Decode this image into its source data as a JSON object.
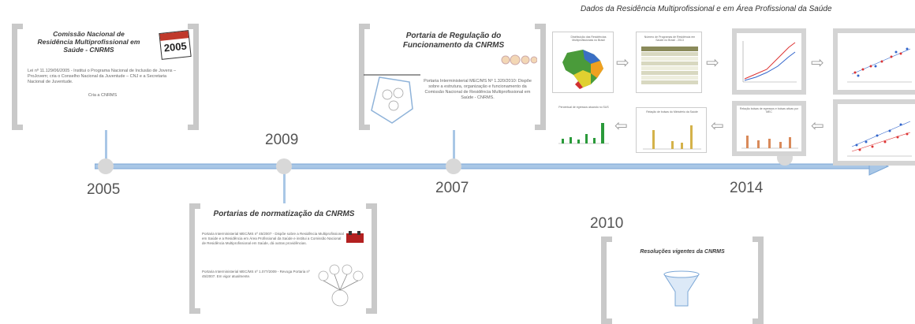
{
  "top_title": "Dados da Residência Multiprofissional e em Área Profissional da Saúde",
  "years": {
    "y2005": "2005",
    "y2009": "2009",
    "y2007": "2007",
    "y2014": "2014",
    "y2010": "2010"
  },
  "frame1": {
    "title": "Comissão Nacional de Residência Multiprofissional em Saúde - CNRMS",
    "calendar_year": "2005",
    "body": "Lei nº 11.129/06/2005 - Institui o Programa Nacional de Inclusão de Jovens – ProJovem; cria o Conselho Nacional da Juventude – CNJ e a Secretaria Nacional de Juventude.",
    "footer": "Cria a CNRMS"
  },
  "frame2": {
    "title": "Portaria de Regulação do Funcionamento da CNRMS",
    "body": "Portaria Interministerial MEC/MS Nº 1.320/2010: Dispõe sobre a estrutura, organização e funcionamento da Comissão Nacional de Residência Multiprofissional em Saúde - CNRMS."
  },
  "frame3": {
    "title": "Portarias de normatização da CNRMS",
    "body1": "Portaria Interministerial MEC/MS nº 45/2007 - Dispõe sobre a Residência Multiprofissional em Saúde e a Residência em Área Profissional da Saúde e institui a Comissão Nacional de Residência Multiprofissional em Saúde, dá outras providências.",
    "body2": "Portaria Interministerial MEC/MS nº 1.077/2009 - Revoga Portaria nº 45/2007. Em vigor atualmente."
  },
  "frame4": {
    "title": "Resoluções vigentes da CNRMS"
  },
  "slides": {
    "s1_title": "Distribuição das Residências Multiprofissionais no Brasil",
    "s2_title": "Número de Programas de Residência em Saúde no Brasil - 2013",
    "s6_title": "Percentual de egressos atuando no SUS",
    "s7_title": "Relação de bolsas do Ministério da Saúde",
    "s8_title": "Relação bolsas de egressos e bolsas ativas por MEC"
  },
  "colors": {
    "timeline": "#a9c7e6",
    "timeline_edge": "#7aa6d6",
    "frame": "#c9c9c9"
  }
}
